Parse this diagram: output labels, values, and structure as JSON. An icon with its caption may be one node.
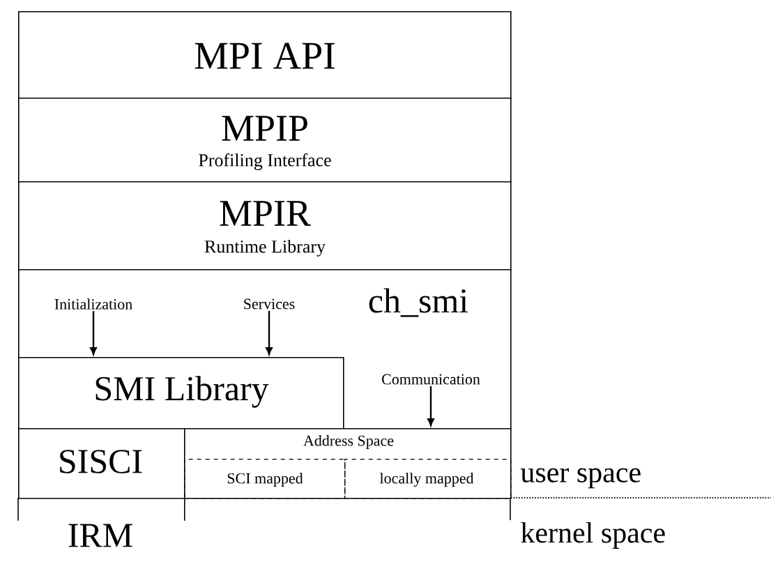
{
  "diagram": {
    "nodes": [
      {
        "text": [
          "MPI API"
        ]
      },
      {
        "text": [
          "MPIP",
          "Profiling Interface"
        ]
      },
      {
        "text": [
          "MPIR",
          "Runtime Library"
        ]
      },
      {
        "text": [
          "ch_smi"
        ]
      },
      {
        "text": [
          "Initialization"
        ],
        "in": 3
      },
      {
        "text": [
          "Services"
        ],
        "in": 3
      },
      {
        "text": [
          "SMI Library"
        ],
        "in": 3
      },
      {
        "text": [
          "Communication"
        ],
        "in": 3
      },
      {
        "text": [
          "SISCI"
        ]
      },
      {
        "text": [
          "Address Space"
        ]
      },
      {
        "text": [
          "SCI mapped"
        ],
        "in": 9
      },
      {
        "text": [
          "locally mapped"
        ],
        "in": 9
      },
      {
        "text": [
          "IRM"
        ]
      }
    ],
    "edges": [
      {
        "from": 4,
        "to": 6,
        "arrow": "to"
      },
      {
        "from": 5,
        "to": 6,
        "arrow": "to"
      },
      {
        "from": 7,
        "to": 9,
        "arrow": "to"
      }
    ],
    "labels": [
      "user space",
      "kernel space"
    ]
  }
}
